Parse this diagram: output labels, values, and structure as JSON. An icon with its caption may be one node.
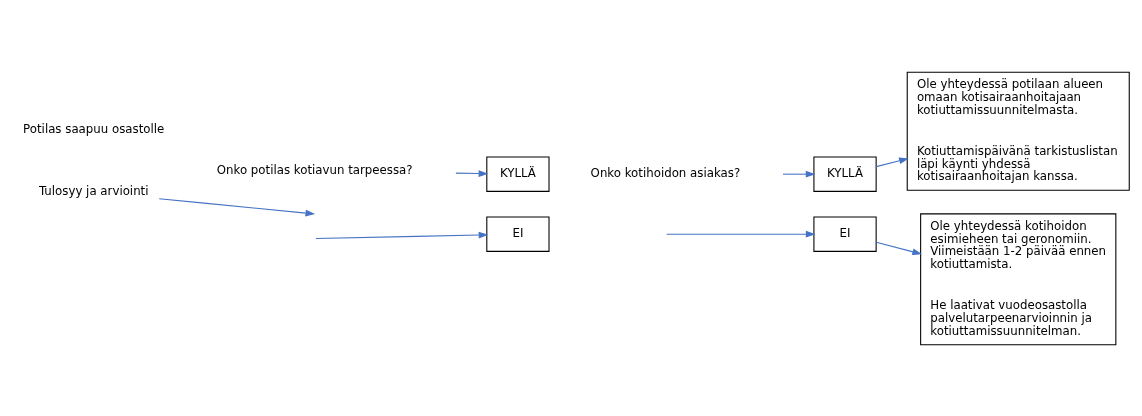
{
  "diagram": {
    "nodes": [
      {
        "text": [
          "Potilas saapuu osastolle"
        ]
      },
      {
        "text": [
          "Tulosyy ja arviointi"
        ]
      },
      {
        "text": [
          "Onko potilas kotiavun tarpeessa?"
        ]
      },
      {
        "text": [
          "KYLLÄ"
        ]
      },
      {
        "text": [
          "EI"
        ]
      },
      {
        "text": [
          "Onko kotihoidon asiakas?"
        ]
      },
      {
        "text": [
          "KYLLÄ"
        ]
      },
      {
        "text": [
          "EI"
        ]
      },
      {
        "text": [
          "Ole yhteydessä potilaan alueen omaan kotisairaanhoitajaan kotiuttamissuunnitelmasta.",
          "Kotiuttamispäivänä tarkistuslistan läpi käynti yhdessä kotisairaanhoitajan kanssa."
        ]
      },
      {
        "text": [
          "Ole yhteydessä kotihoidon esimieheen tai geronomiin. Viimeistään 1-2 päivää ennen kotiuttamista.",
          "He laativat vuodeosastolla palvelutarpeenarvioinnin ja kotiuttamissuunnitelman."
        ]
      }
    ],
    "edges": [
      {
        "from": 1,
        "to": null,
        "arrow": "to"
      },
      {
        "from": null,
        "to": 3,
        "arrow": "to"
      },
      {
        "from": null,
        "to": 4,
        "arrow": "to"
      },
      {
        "from": null,
        "to": 6,
        "arrow": "to"
      },
      {
        "from": null,
        "to": 7,
        "arrow": "to"
      },
      {
        "from": 6,
        "to": 8,
        "arrow": "to"
      },
      {
        "from": 7,
        "to": 9,
        "arrow": "to"
      }
    ]
  }
}
